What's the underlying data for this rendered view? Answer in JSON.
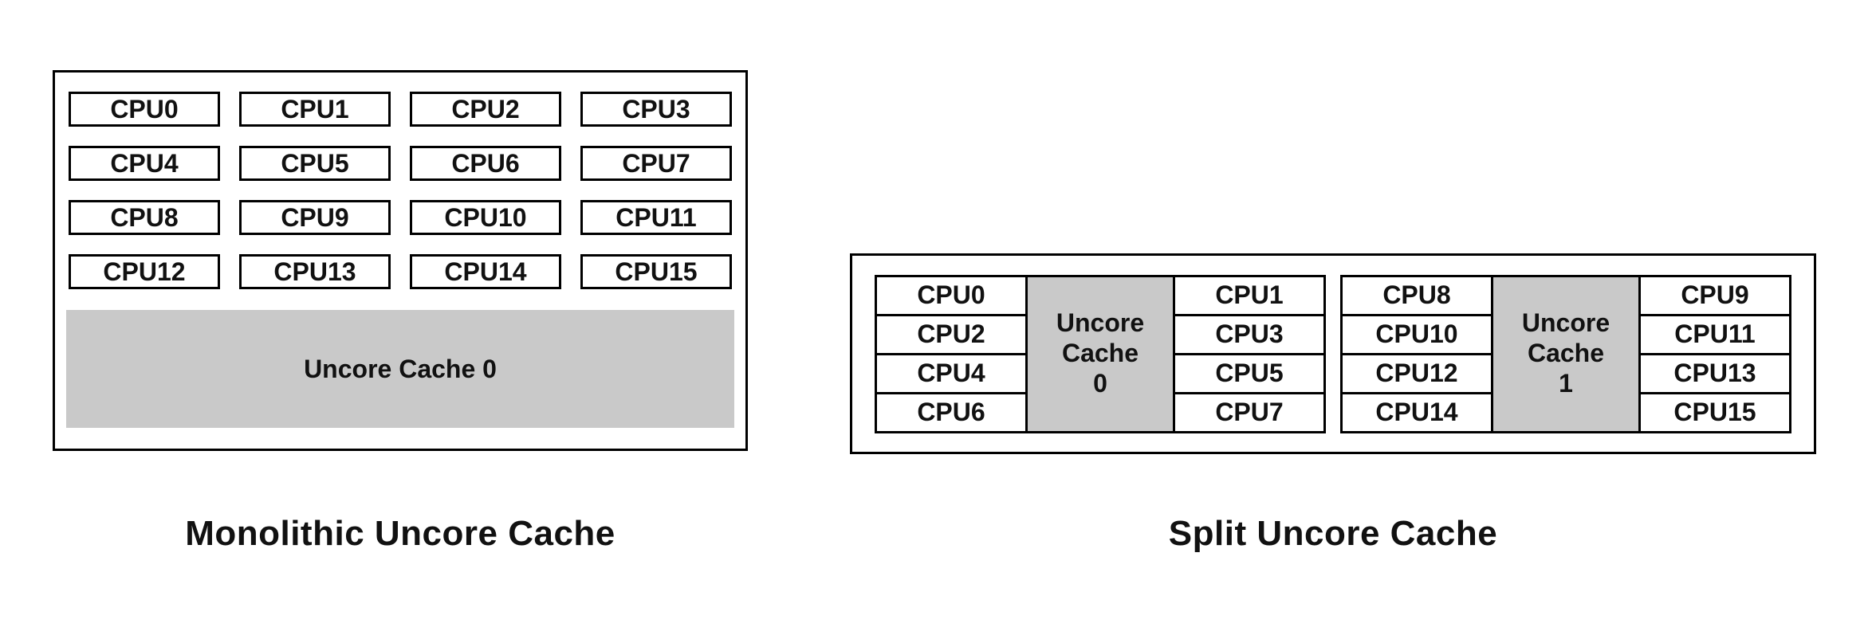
{
  "monolithic": {
    "caption": "Monolithic Uncore Cache",
    "cpus": [
      "CPU0",
      "CPU1",
      "CPU2",
      "CPU3",
      "CPU4",
      "CPU5",
      "CPU6",
      "CPU7",
      "CPU8",
      "CPU9",
      "CPU10",
      "CPU11",
      "CPU12",
      "CPU13",
      "CPU14",
      "CPU15"
    ],
    "cache_label": "Uncore Cache 0"
  },
  "split": {
    "caption": "Split Uncore Cache",
    "clusters": [
      {
        "left": [
          "CPU0",
          "CPU2",
          "CPU4",
          "CPU6"
        ],
        "cache": [
          "Uncore",
          "Cache",
          "0"
        ],
        "right": [
          "CPU1",
          "CPU3",
          "CPU5",
          "CPU7"
        ]
      },
      {
        "left": [
          "CPU8",
          "CPU10",
          "CPU12",
          "CPU14"
        ],
        "cache": [
          "Uncore",
          "Cache",
          "1"
        ],
        "right": [
          "CPU9",
          "CPU11",
          "CPU13",
          "CPU15"
        ]
      }
    ]
  },
  "colors": {
    "background": "#ffffff",
    "border": "#000000",
    "cache_fill": "#c9c9c9",
    "text": "#111111"
  }
}
